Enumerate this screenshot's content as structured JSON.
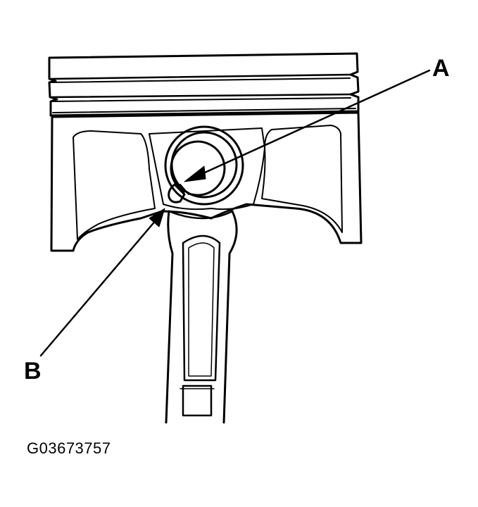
{
  "diagram": {
    "callout_a": "A",
    "callout_b": "B",
    "figure_id": "G03673757",
    "subject": "piston-and-connecting-rod"
  },
  "colors": {
    "ink": "#000000",
    "paper": "#ffffff"
  }
}
